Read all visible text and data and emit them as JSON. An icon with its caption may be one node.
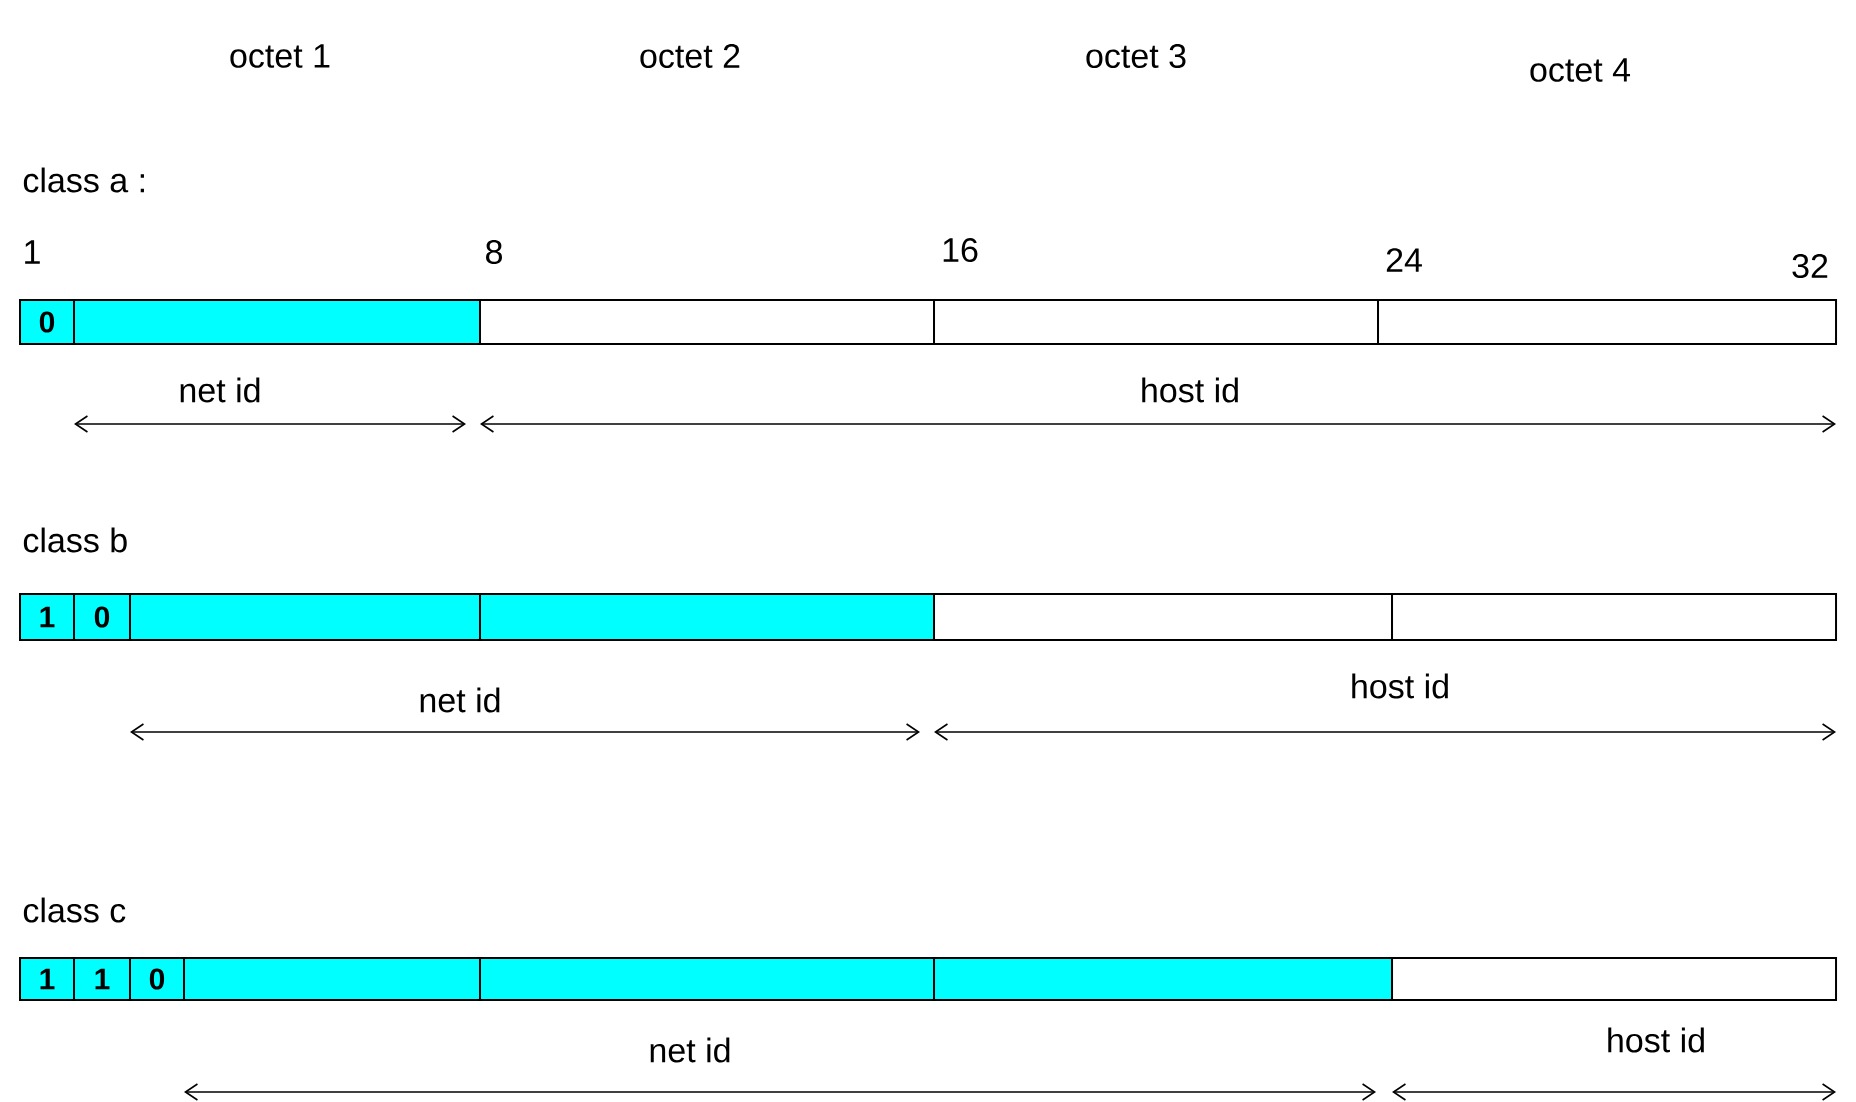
{
  "diagram": {
    "nodes": [
      {
        "text": [
          "0"
        ]
      },
      {
        "text": [],
        "shape": "box"
      },
      {
        "text": [],
        "shape": "box"
      },
      {
        "text": [],
        "shape": "box"
      },
      {
        "text": [],
        "shape": "box"
      },
      {
        "text": [
          "1"
        ]
      },
      {
        "text": [
          "0"
        ]
      },
      {
        "text": [],
        "shape": "box"
      },
      {
        "text": [],
        "shape": "box"
      },
      {
        "text": [],
        "shape": "box"
      },
      {
        "text": [],
        "shape": "box"
      },
      {
        "text": [
          "1"
        ]
      },
      {
        "text": [
          "1"
        ]
      },
      {
        "text": [
          "0"
        ]
      },
      {
        "text": [],
        "shape": "box"
      },
      {
        "text": [],
        "shape": "box"
      },
      {
        "text": [],
        "shape": "box"
      },
      {
        "text": [],
        "shape": "box"
      }
    ],
    "labels": [
      "octet 1",
      "octet 2",
      "octet 3",
      "octet 4",
      "class a :",
      "1",
      "8",
      "16",
      "24",
      "32",
      "net id",
      "host id",
      "class b",
      "net id",
      "host id",
      "class c",
      "net id",
      "host id"
    ]
  }
}
